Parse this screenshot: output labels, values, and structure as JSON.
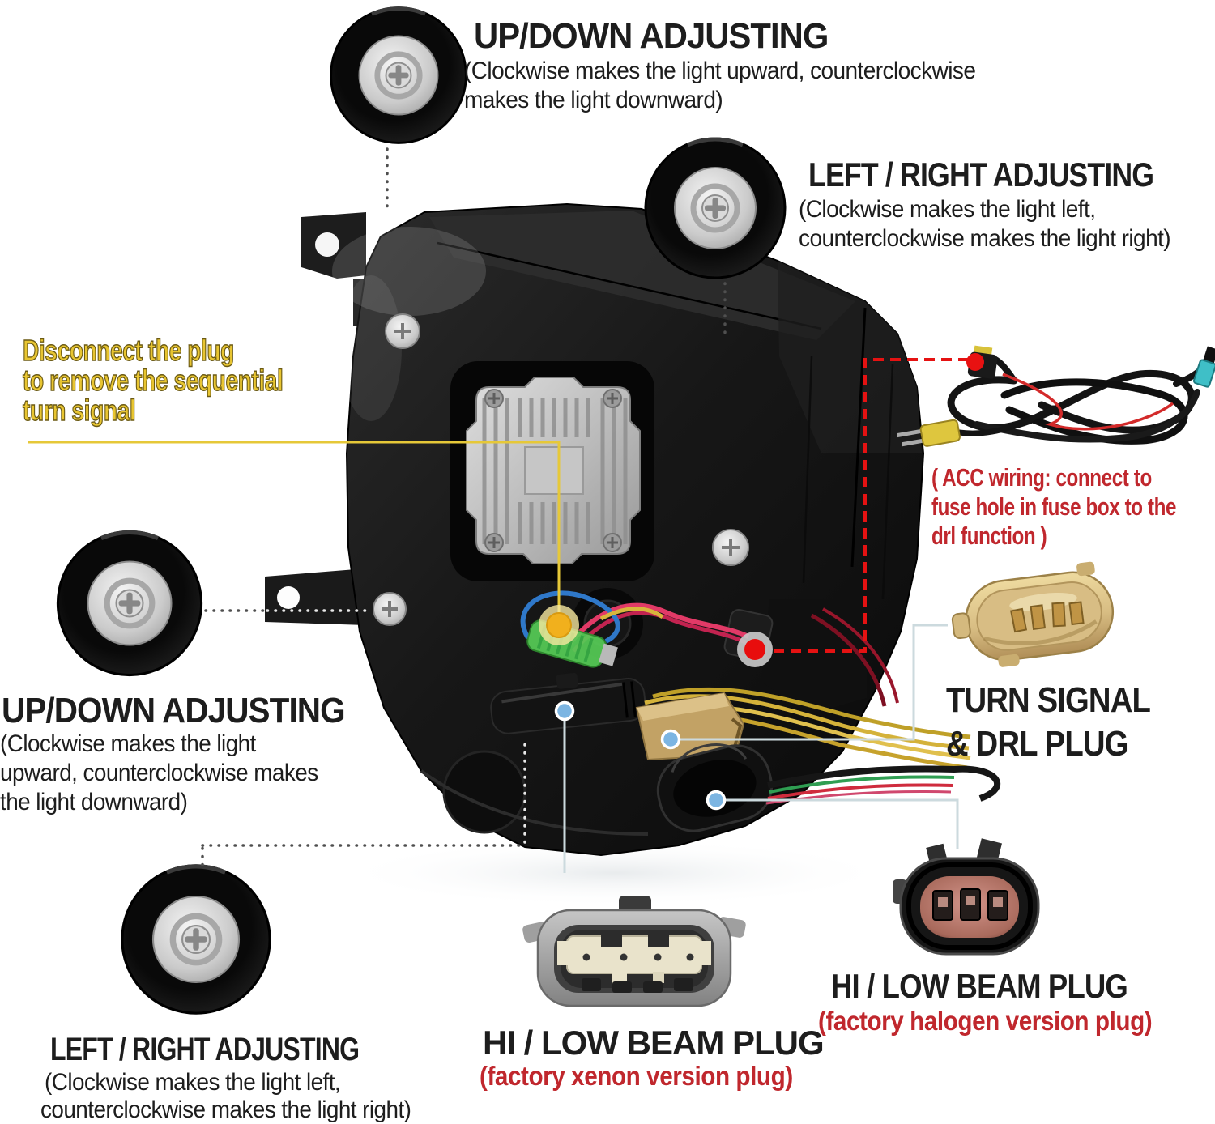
{
  "colors": {
    "text_dark": "#1d1d1d",
    "text_red": "#c0272d",
    "text_yellow": "#e8c531",
    "yellow_outline": "#6b5a14",
    "callout_line": "#ccdade",
    "dot_blue": "#7cb5e2",
    "dot_yellow": "#f1b01d",
    "dot_red": "#e80d0d",
    "dash_red": "#e51212",
    "dotted_line": "#4f4f4f"
  },
  "annotations": {
    "up_down_top": {
      "title": "UP/DOWN ADJUSTING",
      "desc_line1": "(Clockwise makes the light upward, counterclockwise",
      "desc_line2": "makes the light downward)"
    },
    "left_right_top": {
      "title": "LEFT / RIGHT ADJUSTING",
      "desc_line1": "(Clockwise makes the light left,",
      "desc_line2": "counterclockwise makes the light right)"
    },
    "disconnect_plug": {
      "line1": "Disconnect the plug",
      "line2": "to remove the sequential",
      "line3": "turn signal"
    },
    "acc_wiring": {
      "line1": "( ACC wiring: connect to",
      "line2": "fuse hole in fuse box to the",
      "line3": "drl function )"
    },
    "turn_signal_drl": {
      "line1": "TURN SIGNAL",
      "line2": "& DRL PLUG"
    },
    "up_down_left": {
      "title": "UP/DOWN ADJUSTING",
      "desc_line1": "(Clockwise makes the light",
      "desc_line2": "upward, counterclockwise makes",
      "desc_line3": "the light downward)"
    },
    "left_right_bottom": {
      "title": "LEFT / RIGHT ADJUSTING",
      "desc_line1": "(Clockwise makes the light left,",
      "desc_line2": "counterclockwise makes the light right)"
    },
    "hi_low_xenon": {
      "title": "HI / LOW BEAM PLUG",
      "subtitle": "(factory xenon version plug)"
    },
    "hi_low_halogen": {
      "title": "HI / LOW BEAM PLUG",
      "subtitle": "(factory halogen version plug)"
    }
  }
}
